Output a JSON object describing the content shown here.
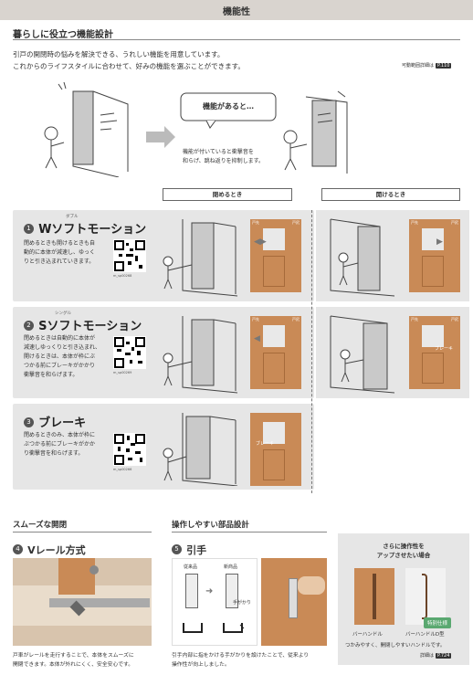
{
  "header": {
    "title": "機能性"
  },
  "section": {
    "subtitle": "暮らしに役立つ機能設計"
  },
  "intro": {
    "line1": "引戸の開閉時の悩みを解決できる、うれしい機能を用意しています。",
    "line2": "これからのライフスタイルに合わせて、好みの機能を選ぶことができます。",
    "ref_label": "可動範囲詳細は",
    "ref_page": "P.110"
  },
  "illustration": {
    "bubble": "機能があると…",
    "caption1": "機能が付いていると衝撃音を",
    "caption2": "和らげ、跳ね返りを抑制します。"
  },
  "columns": {
    "close": "閉めるとき",
    "open": "開けるとき"
  },
  "features": [
    {
      "num": "1",
      "ruby": "ダブル",
      "title": "Wソフトモーション",
      "desc": [
        "閉めるときも開けるときも自",
        "動的に本体が減速し、ゆっく",
        "りと引き込まれていきます。"
      ],
      "qr": "m_sp00268"
    },
    {
      "num": "2",
      "ruby": "シングル",
      "title": "Sソフトモーション",
      "desc": [
        "閉めるときは自動的に本体が",
        "減速しゆっくりと引き込まれ、",
        "開けるときは、本体が枠にぶ",
        "つかる前にブレーキがかかり",
        "衝撃音を和らげます。"
      ],
      "qr": "m_sp00269"
    },
    {
      "num": "3",
      "ruby": "",
      "title": "ブレーキ",
      "desc": [
        "閉めるときのみ、本体が枠に",
        "ぶつかる前にブレーキがかか",
        "り衝撃音を和らげます。"
      ],
      "qr": "m_sp00266"
    }
  ],
  "photo_labels": {
    "frame": "戸先",
    "jamb": "戸尻",
    "brake": "ブレーキ"
  },
  "rail": {
    "heading": "スムーズな開閉",
    "num": "4",
    "title": "Vレール方式",
    "desc": [
      "戸車がレールを走行することで、本体をスムーズに",
      "開閉できます。本体が外れにくく、安全安心です。"
    ]
  },
  "handle": {
    "heading": "操作しやすい部品設計",
    "num": "5",
    "title": "引手",
    "old_label": "従来品",
    "new_label": "新商品",
    "grip_label": "手がかり",
    "desc": [
      "引手内部に指をかける手がかりを設けたことで、従来より",
      "操作性が向上しました。"
    ]
  },
  "upgrade": {
    "title1": "さらに操作性を",
    "title2": "アップさせたい場合",
    "item1": "バーハンドル",
    "item2": "バーハンドルD型",
    "badge": "特別仕様",
    "note": "つかみやすく、開閉しやすいハンドルです。",
    "ref_label": "詳細は",
    "ref_page": "P.724"
  },
  "colors": {
    "header_bg": "#d9d4cf",
    "panel_bg": "#e6e6e6",
    "door_wood": "#c98a56",
    "badge": "#5aa870"
  }
}
